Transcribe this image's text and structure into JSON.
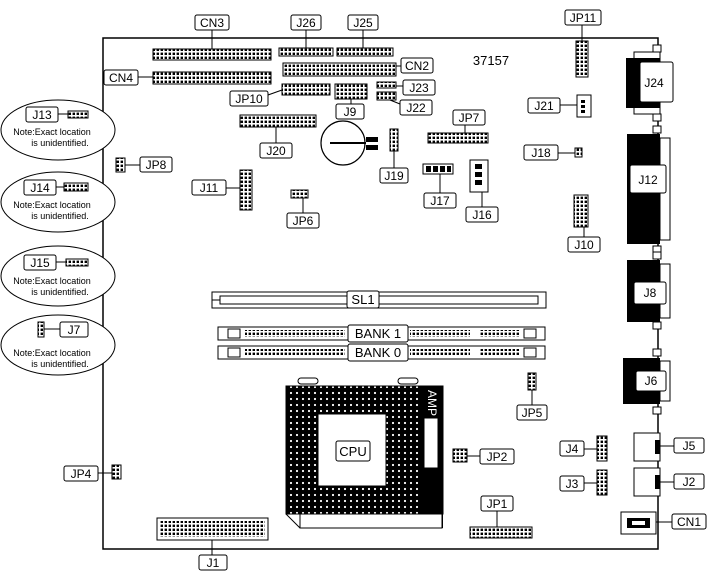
{
  "diagram": {
    "board_number": "37157",
    "labels": {
      "CN3": "CN3",
      "J26": "J26",
      "J25": "J25",
      "JP11": "JP11",
      "CN4": "CN4",
      "CN2": "CN2",
      "J24": "J24",
      "JP10": "JP10",
      "J23": "J23",
      "J9": "J9",
      "J22": "J22",
      "J21": "J21",
      "JP7": "JP7",
      "J20": "J20",
      "J18": "J18",
      "J19": "J19",
      "J12": "J12",
      "JP8": "JP8",
      "J11": "J11",
      "J17": "J17",
      "JP6": "JP6",
      "J16": "J16",
      "J10": "J10",
      "J8": "J8",
      "SL1": "SL1",
      "BANK1": "BANK 1",
      "BANK0": "BANK 0",
      "J6": "J6",
      "AMP": "AMP",
      "JP5": "JP5",
      "CPU": "CPU",
      "J4": "J4",
      "J5": "J5",
      "JP2": "JP2",
      "J3": "J3",
      "J2": "J2",
      "JP4": "JP4",
      "JP1": "JP1",
      "CN1": "CN1",
      "J1": "J1"
    },
    "notes": [
      {
        "id": "J13",
        "label": "J13",
        "line1": "Note:Exact location",
        "line2": "is unidentified."
      },
      {
        "id": "J14",
        "label": "J14",
        "line1": "Note:Exact location",
        "line2": "is unidentified."
      },
      {
        "id": "J15",
        "label": "J15",
        "line1": "Note:Exact location",
        "line2": "is unidentified."
      },
      {
        "id": "J7",
        "label": "J7",
        "line1": "Note:Exact location",
        "line2": "is unidentified."
      }
    ]
  }
}
